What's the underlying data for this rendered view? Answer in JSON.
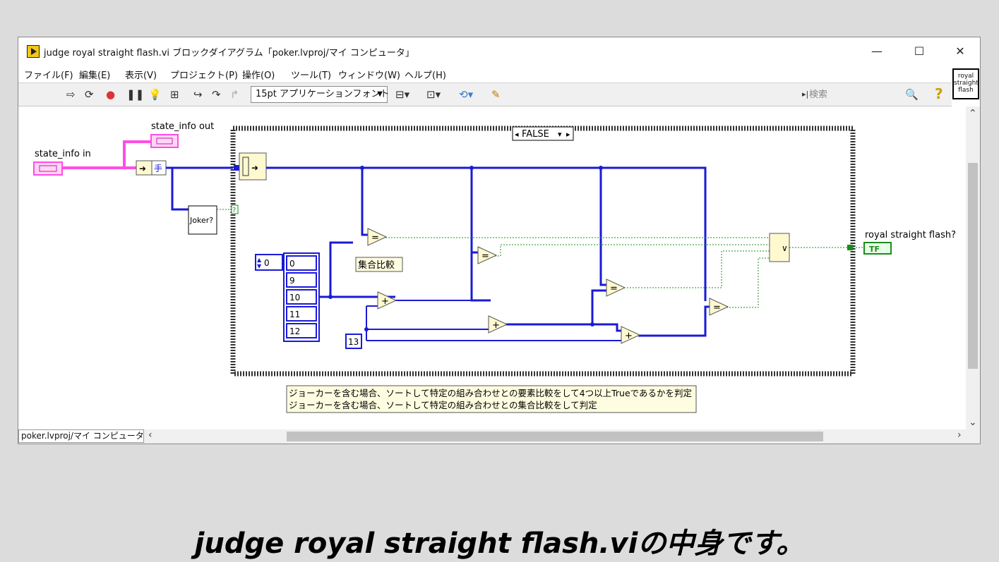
{
  "window": {
    "title": "judge royal straight flash.vi ブロックダイアグラム「poker.lvproj/マイ コンピュータ」",
    "minimize": "—",
    "maximize": "☐",
    "close": "✕"
  },
  "menu": [
    "ファイル(F)",
    "編集(E)",
    "表示(V)",
    "プロジェクト(P)",
    "操作(O)",
    "ツール(T)",
    "ウィンドウ(W)",
    "ヘルプ(H)"
  ],
  "toolbar": {
    "font_select": "15pt アプリケーションフォント",
    "search_placeholder": "検索"
  },
  "vi_icon_text": "royal straight flash",
  "diagram": {
    "state_in_label": "state_info in",
    "state_out_label": "state_info out",
    "unbundle_label": "手",
    "joker_label": "Joker?",
    "case_selector": "FALSE",
    "selector_terminal": "?",
    "index_value": "0",
    "array_values": [
      "0",
      "9",
      "10",
      "11",
      "12"
    ],
    "const_13": "13",
    "set_compare_label": "集合比較",
    "output_label": "royal straight flash?",
    "output_terminal": "TF",
    "comment_line1": "ジョーカーを含む場合、ソートして特定の組み合わせとの要素比較をして4つ以上Trueであるかを判定",
    "comment_line2": "ジョーカーを含む場合、ソートして特定の組み合わせとの集合比較をして判定",
    "eq_symbol": "=",
    "add_symbol": "+",
    "or_symbol": "∨"
  },
  "status": {
    "project_tab": "poker.lvproj/マイ コンピュータ"
  },
  "caption": "judge royal straight flash.viの中身です。",
  "colors": {
    "cluster_wire": "#ff4de6",
    "int_wire": "#1a1ad6",
    "bool_wire": "#1d8c1d",
    "case_border": "#333333"
  }
}
